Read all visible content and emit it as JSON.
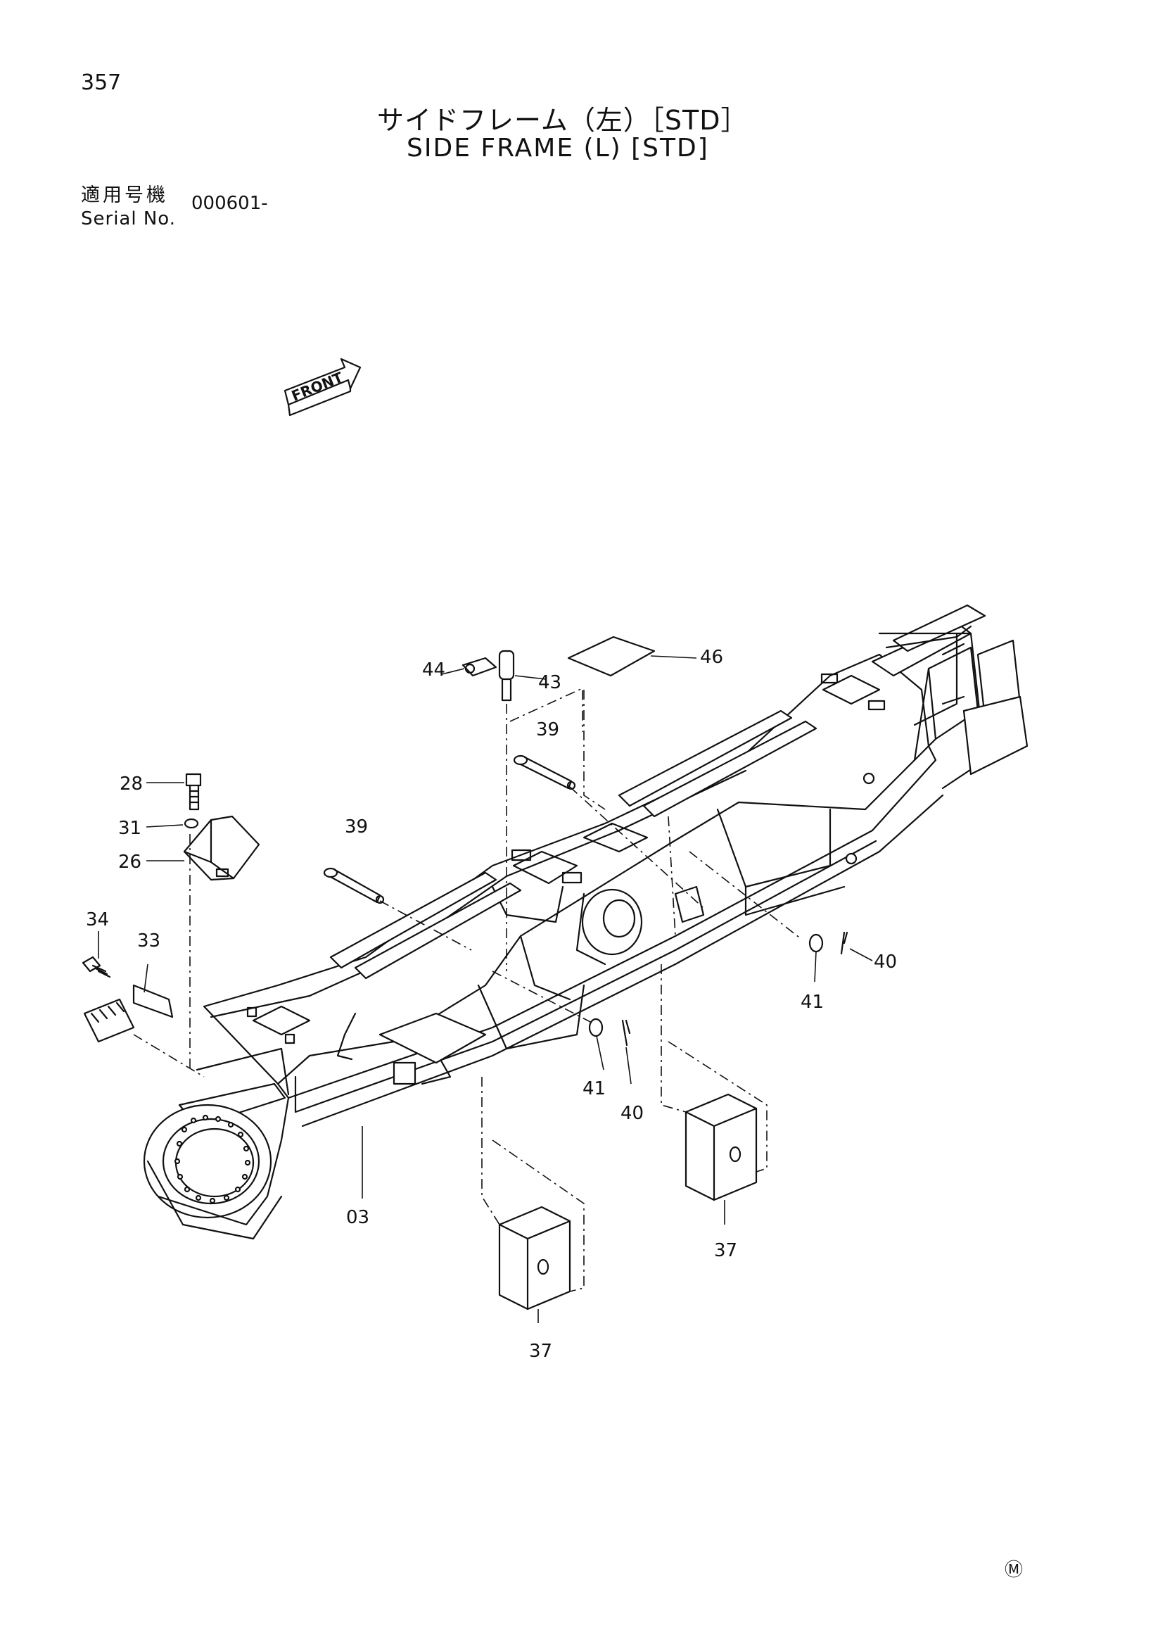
{
  "page_number": "357",
  "title_jp": "サイドフレーム（左）［STD］",
  "title_en": "SIDE FRAME (L) [STD]",
  "serial": {
    "label_jp": "適用号機",
    "label_en": "Serial No.",
    "value": "000601-"
  },
  "front_label": "FRONT",
  "corner_mark": "Ⓜ",
  "callouts": {
    "c03": "03",
    "c26": "26",
    "c28": "28",
    "c31": "31",
    "c33": "33",
    "c34": "34",
    "c37a": "37",
    "c37b": "37",
    "c39a": "39",
    "c39b": "39",
    "c40a": "40",
    "c40b": "40",
    "c41a": "41",
    "c41b": "41",
    "c43": "43",
    "c44": "44",
    "c46": "46"
  }
}
